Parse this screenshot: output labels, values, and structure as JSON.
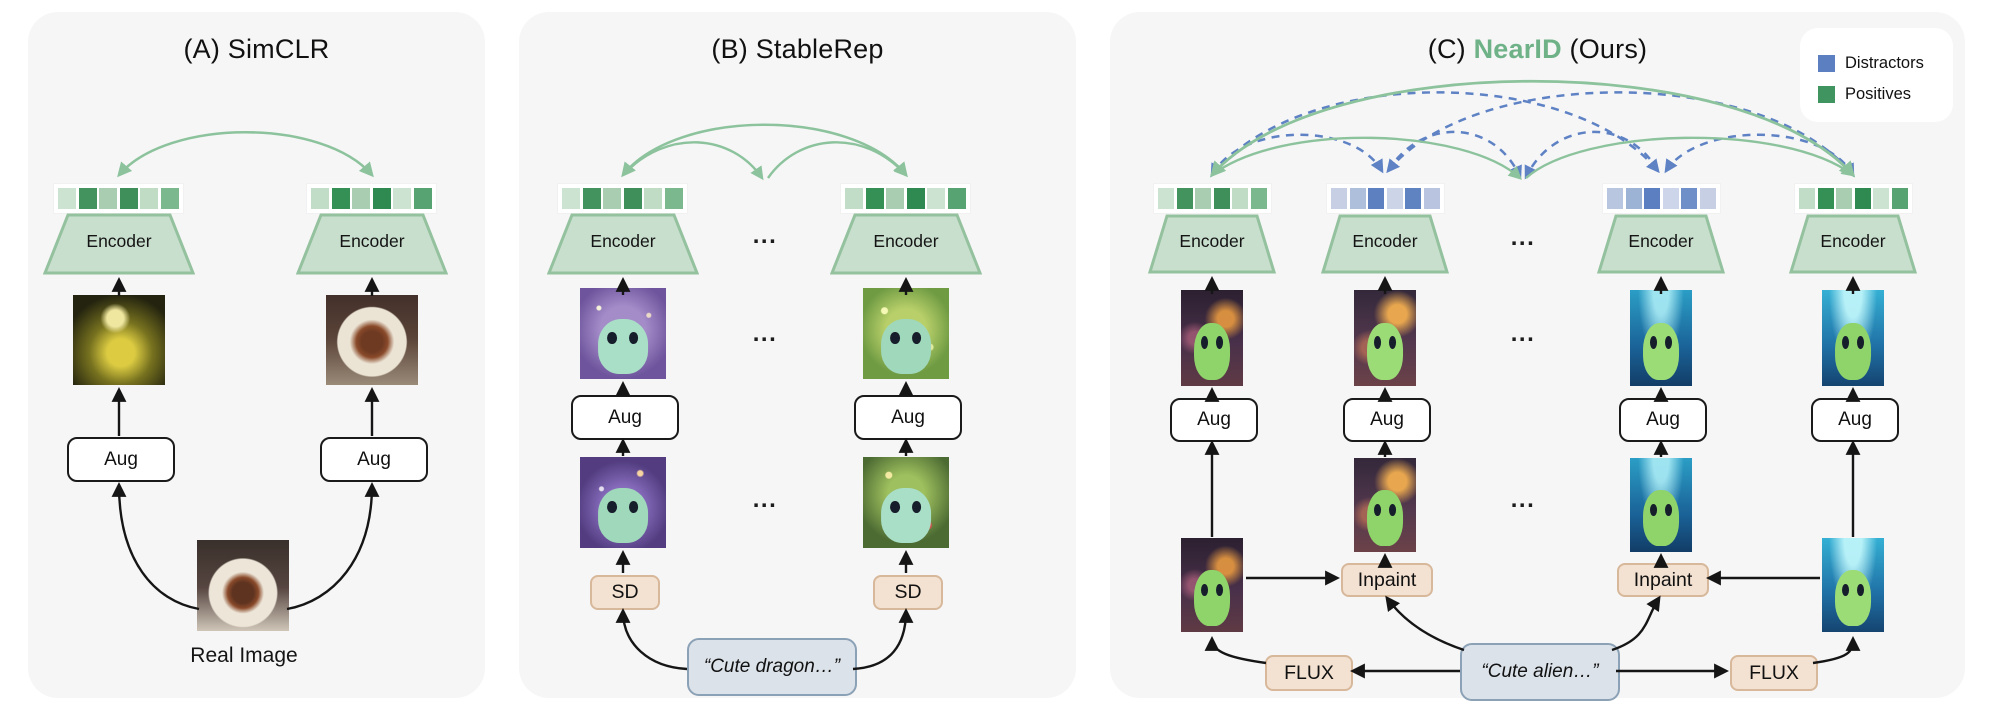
{
  "shared": {
    "encoder_label": "Encoder",
    "aug_label": "Aug",
    "ellipsis": "..."
  },
  "panel_a": {
    "title": "(A) SimCLR",
    "real_image_label": "Real Image"
  },
  "panel_b": {
    "title": "(B) StableRep",
    "sd_label": "SD",
    "prompt": "“Cute dragon…”"
  },
  "panel_c": {
    "title_prefix": "(C) ",
    "title_name": "NearID",
    "title_suffix": " (Ours)",
    "inpaint_label": "Inpaint",
    "flux_label": "FLUX",
    "prompt": "“Cute alien…”",
    "legend": [
      {
        "label": "Distractors",
        "color": "#5b7fc0"
      },
      {
        "label": "Positives",
        "color": "#3f9460"
      }
    ]
  },
  "embeddings": {
    "green_a": [
      "#cde3d1",
      "#43935f",
      "#a9cdb1",
      "#3f8f5b",
      "#c0dcc5",
      "#7cb88e"
    ],
    "green_b": [
      "#c2ddc7",
      "#359056",
      "#a9cdb1",
      "#2f8a51",
      "#cde3d1",
      "#57a371"
    ],
    "blue_a": [
      "#c6cfe3",
      "#aebfdc",
      "#5c80c0",
      "#ccd5e8",
      "#5f82c1",
      "#b9c4e0"
    ],
    "blue_b": [
      "#b9c6e0",
      "#9db3d6",
      "#5b7fc0",
      "#ccd5e9",
      "#6f8fc9",
      "#c6cfe3"
    ]
  },
  "colors": {
    "card_background": "#f6f6f7",
    "positive_green": "#3f9460",
    "distractor_blue": "#5b7fc0",
    "arc_green": "#8cc39c",
    "arc_blue_dashed": "#5e82c4",
    "nearid_green": "#6fb287",
    "encoder_fill": "#c9dfce",
    "encoder_border": "#94c19e",
    "tan_box_fill": "#f3e1d1",
    "tan_box_border": "#d8b89a",
    "prompt_box_fill": "#dce2e9",
    "prompt_box_border": "#8ba1b5"
  }
}
